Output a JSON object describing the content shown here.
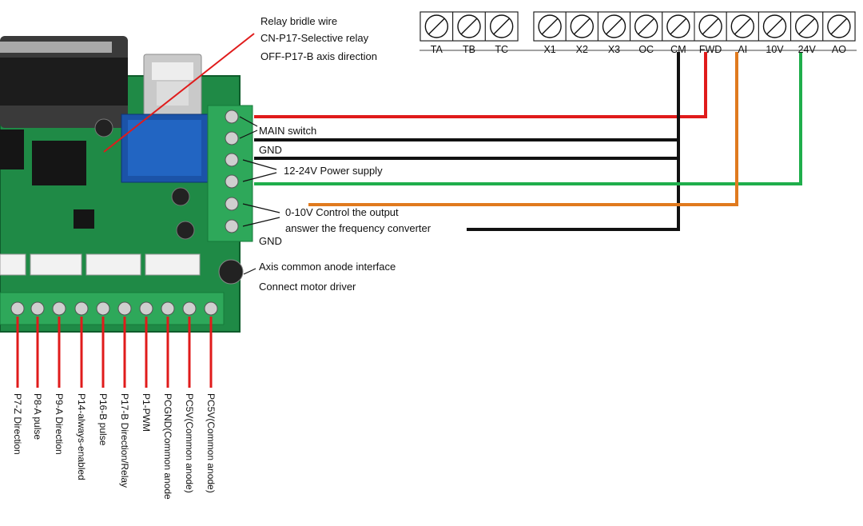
{
  "annotations": {
    "relay_line1": "Relay bridle wire",
    "relay_line2": "CN-P17-Selective relay",
    "relay_line3": "OFF-P17-B axis direction",
    "main_switch": "MAIN switch",
    "gnd_top": "GND",
    "power_supply": "12-24V Power supply",
    "control_line1": "0-10V Control the output",
    "control_line2": "answer the frequency converter",
    "gnd_bottom": "GND",
    "axis_line1": "Axis common anode interface",
    "axis_line2": "Connect motor driver"
  },
  "terminals_left": [
    "TA",
    "TB",
    "TC"
  ],
  "terminals_right": [
    "X1",
    "X2",
    "X3",
    "OC",
    "CM",
    "FWD",
    "AI",
    "10V",
    "24V",
    "AO"
  ],
  "bottom_pins": [
    "P7-Z Direction",
    "P8-A pulse",
    "P9-A Direction",
    "P14-always-enabled",
    "P16-B pulse",
    "P17-B Direction/Relay",
    "P1-PWM",
    "PCGND(Common anode",
    "PC5V(Common anode)",
    "PC5V(Common anode)"
  ],
  "wire_colors": {
    "red": "#e01b1b",
    "black": "#111111",
    "green": "#1fae4b",
    "orange": "#e07a1e"
  }
}
